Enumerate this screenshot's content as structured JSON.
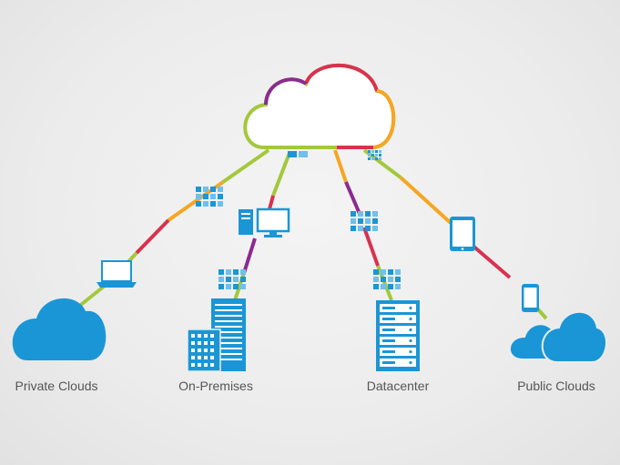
{
  "colors": {
    "icon_blue": "#1a96d6",
    "icon_blue_dark": "#0f7fbf",
    "link_green": "#a3c83c",
    "link_orange": "#f5a623",
    "link_red": "#d8324e",
    "link_purple": "#8b2b8f",
    "label_gray": "#555555"
  },
  "icons": {
    "hub": "cloud-icon",
    "private": "cloud-icon",
    "premises": "building-icon",
    "datacenter": "server-rack-icon",
    "public": "cloud-group-icon",
    "devices": [
      "laptop-icon",
      "desktop-computer-icon",
      "tablet-icon",
      "smartphone-icon",
      "network-grid-icon"
    ]
  },
  "labels": {
    "private": "Private Clouds",
    "premises": "On-Premises",
    "datacenter": "Datacenter",
    "public": "Public Clouds"
  }
}
